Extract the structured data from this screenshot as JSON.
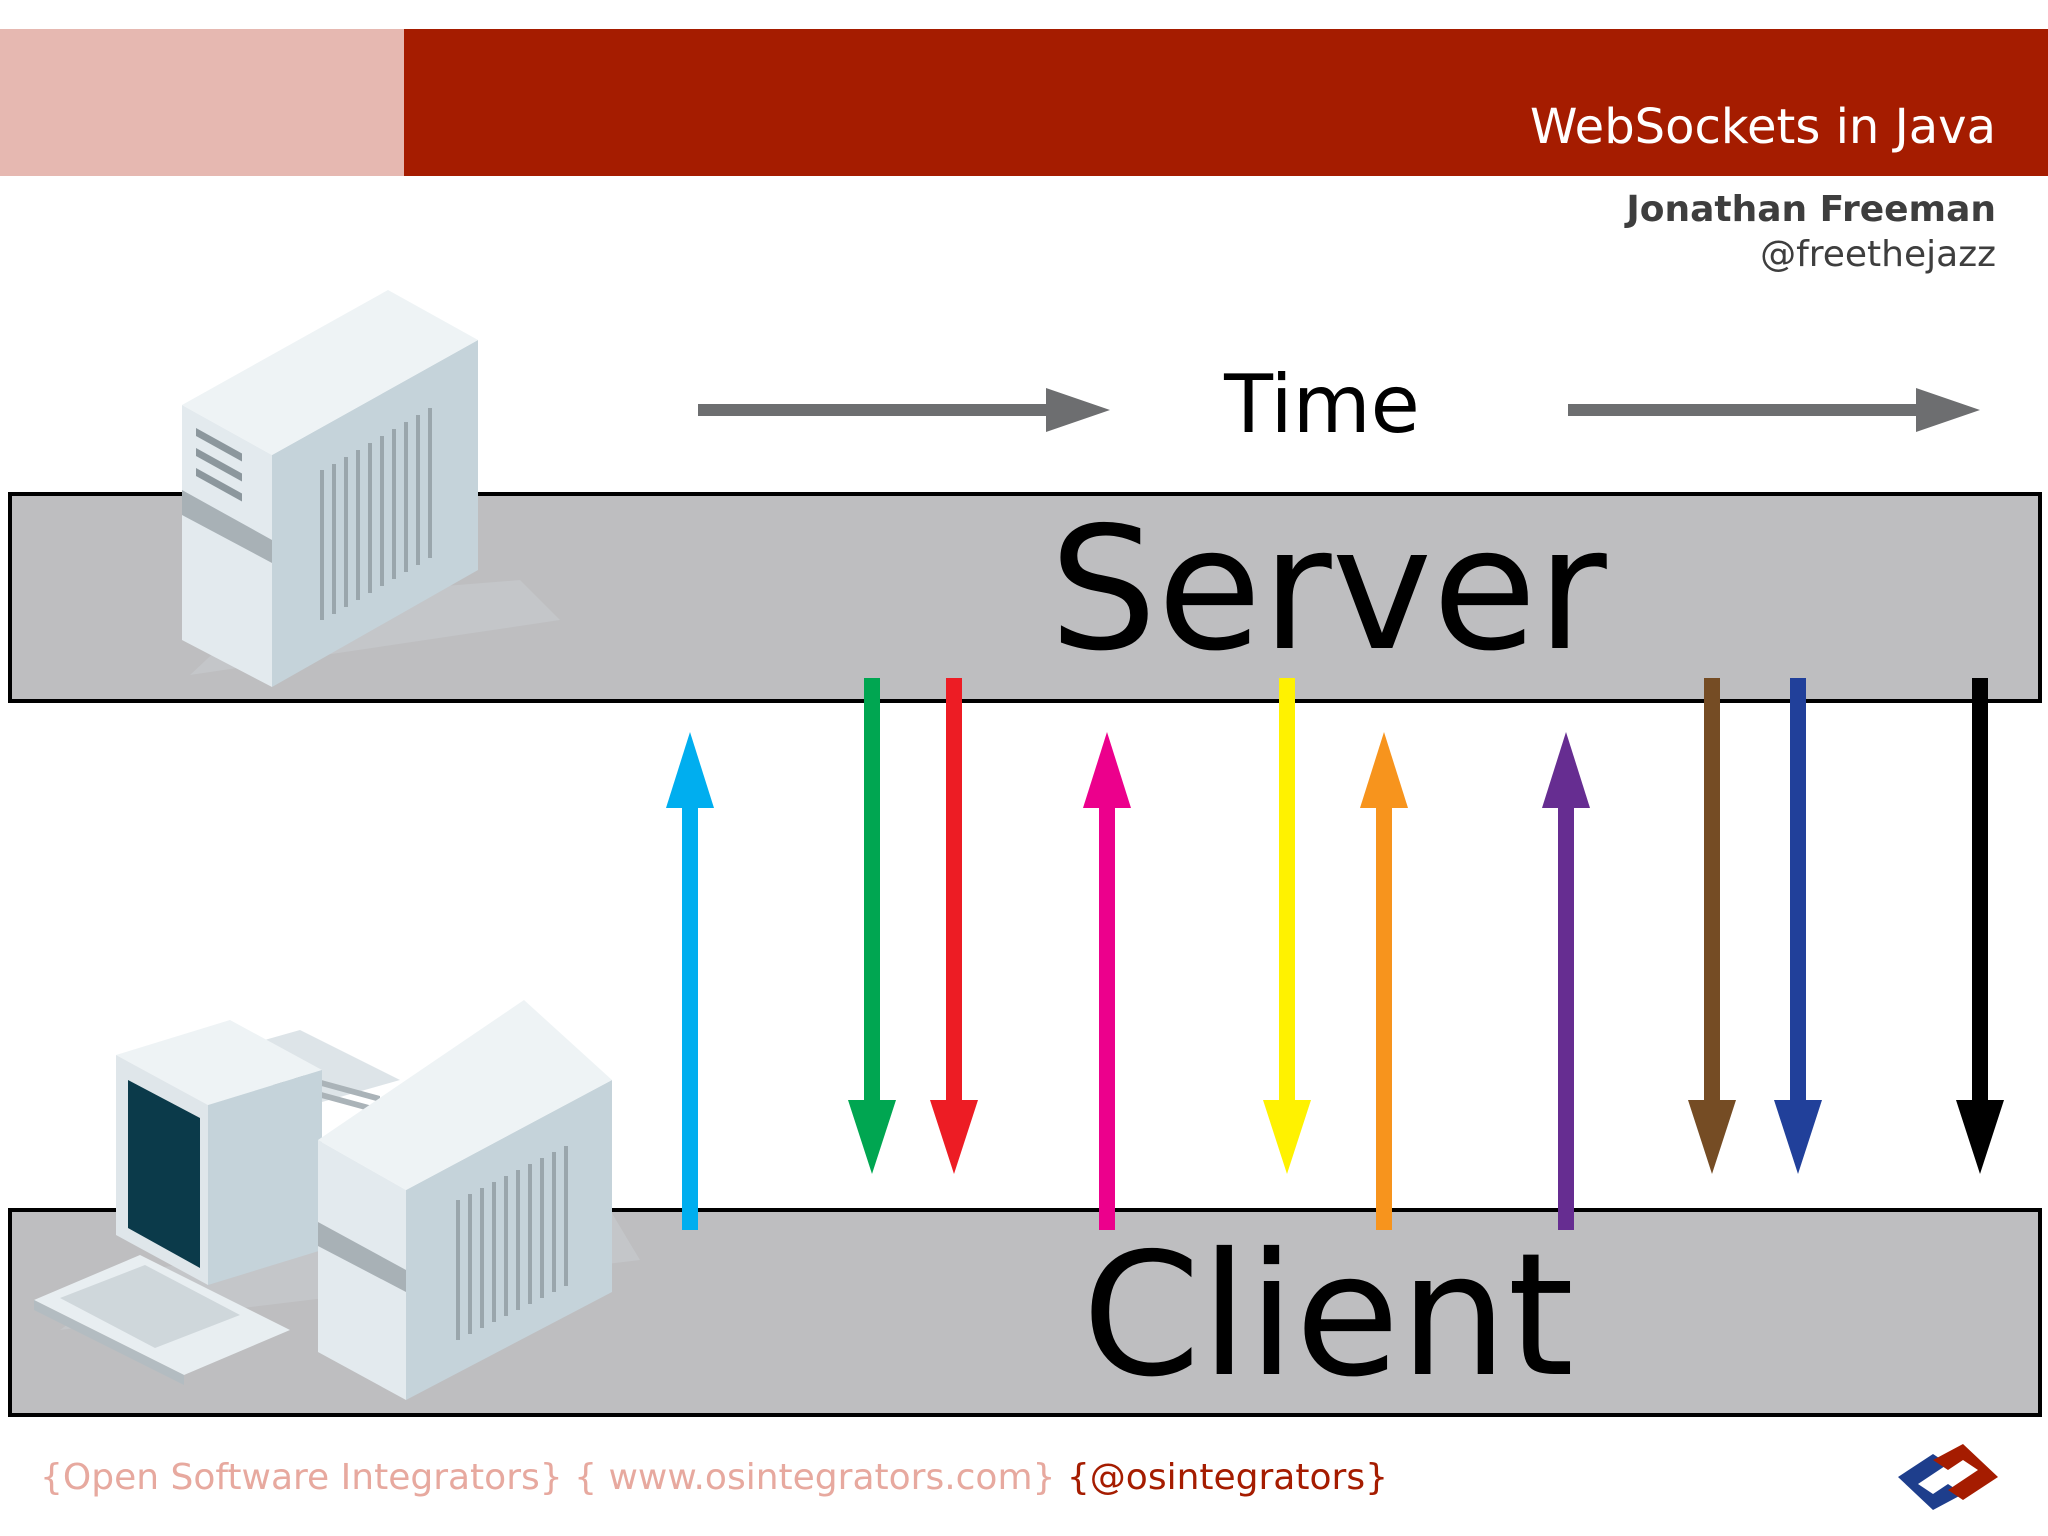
{
  "header": {
    "deck_title": "WebSockets in Java",
    "author_name": "Jonathan Freeman",
    "author_handle": "@freethejazz"
  },
  "diagram": {
    "time_label": "Time",
    "server_label": "Server",
    "client_label": "Client",
    "messages": [
      {
        "direction": "up",
        "color": "#00aeef"
      },
      {
        "direction": "down",
        "color": "#00a651"
      },
      {
        "direction": "down",
        "color": "#ed1c24"
      },
      {
        "direction": "up",
        "color": "#ec008c"
      },
      {
        "direction": "down",
        "color": "#fff200"
      },
      {
        "direction": "up",
        "color": "#f7941d"
      },
      {
        "direction": "up",
        "color": "#662d91"
      },
      {
        "direction": "down",
        "color": "#754c24"
      },
      {
        "direction": "down",
        "color": "#21409a"
      },
      {
        "direction": "down",
        "color": "#000000"
      }
    ]
  },
  "footer": {
    "brand": "{Open Software Integrators}",
    "site": "{ www.osintegrators.com}",
    "twitter": "{@osintegrators}"
  },
  "colors": {
    "header_red": "#a51c00",
    "header_pink": "#e6b8b1",
    "band_gray": "#bebec0",
    "time_arrow_gray": "#6d6e70"
  }
}
